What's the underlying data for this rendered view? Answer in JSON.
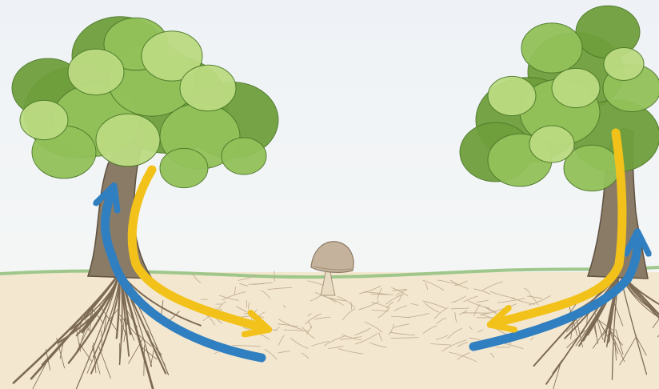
{
  "diagram": {
    "colors": {
      "sky_top": "#eef2f6",
      "sky_bottom": "#f7f8f6",
      "soil": "#f3e7cf",
      "grass": "#9fc78b",
      "foliage_dark": "#6f9f3c",
      "foliage_mid": "#93c15a",
      "foliage_light": "#bcdb82",
      "trunk": "#8a7b66",
      "root": "#7d6a55",
      "mycelium": "#b9a48a",
      "mushroom_cap": "#c4b29c",
      "mushroom_stem": "#e9dcc5",
      "arrow_blue": "#2f7fc1",
      "arrow_yellow": "#f2c21b"
    },
    "elements": {
      "left_tree": "tree-icon",
      "right_tree": "tree-icon",
      "mushroom": "mushroom-icon",
      "mycelium_network": "mycelium-network",
      "arrows": [
        "blue-upward-arrow",
        "yellow-downward-arrow"
      ]
    }
  }
}
